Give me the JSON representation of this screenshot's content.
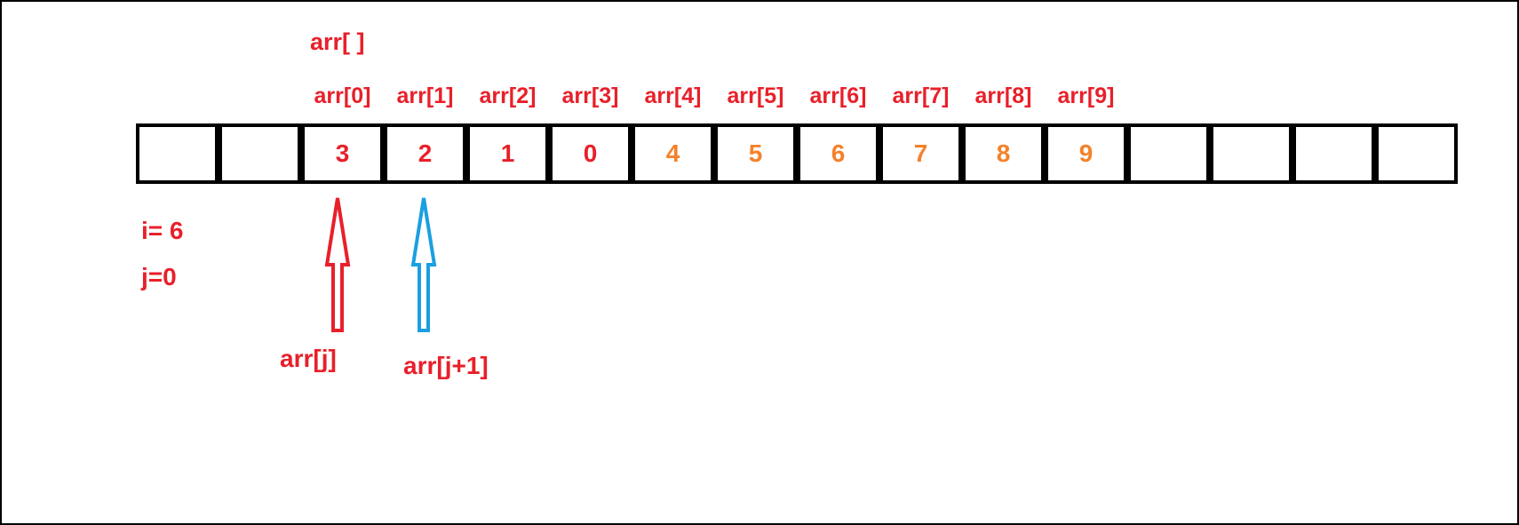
{
  "diagram": {
    "array_title": "arr[ ]",
    "index_labels": [
      "arr[0]",
      "arr[1]",
      "arr[2]",
      "arr[3]",
      "arr[4]",
      "arr[5]",
      "arr[6]",
      "arr[7]",
      "arr[8]",
      "arr[9]"
    ],
    "cells": [
      {
        "value": "",
        "color": "red"
      },
      {
        "value": "",
        "color": "red"
      },
      {
        "value": "3",
        "color": "red"
      },
      {
        "value": "2",
        "color": "red"
      },
      {
        "value": "1",
        "color": "red"
      },
      {
        "value": "0",
        "color": "red"
      },
      {
        "value": "4",
        "color": "orange"
      },
      {
        "value": "5",
        "color": "orange"
      },
      {
        "value": "6",
        "color": "orange"
      },
      {
        "value": "7",
        "color": "orange"
      },
      {
        "value": "8",
        "color": "orange"
      },
      {
        "value": "9",
        "color": "orange"
      },
      {
        "value": "",
        "color": "red"
      },
      {
        "value": "",
        "color": "red"
      },
      {
        "value": "",
        "color": "red"
      },
      {
        "value": "",
        "color": "red"
      }
    ],
    "variables": {
      "i": "i= 6",
      "j": "j=0"
    },
    "pointers": [
      {
        "label": "arr[j]",
        "color": "#e8202a",
        "target_cell": 2
      },
      {
        "label": "arr[j+1]",
        "color": "#1aa0e0",
        "target_cell": 3
      }
    ],
    "colors": {
      "red": "#e8202a",
      "orange": "#f5812a",
      "blue": "#1aa0e0",
      "border": "#000000"
    }
  }
}
